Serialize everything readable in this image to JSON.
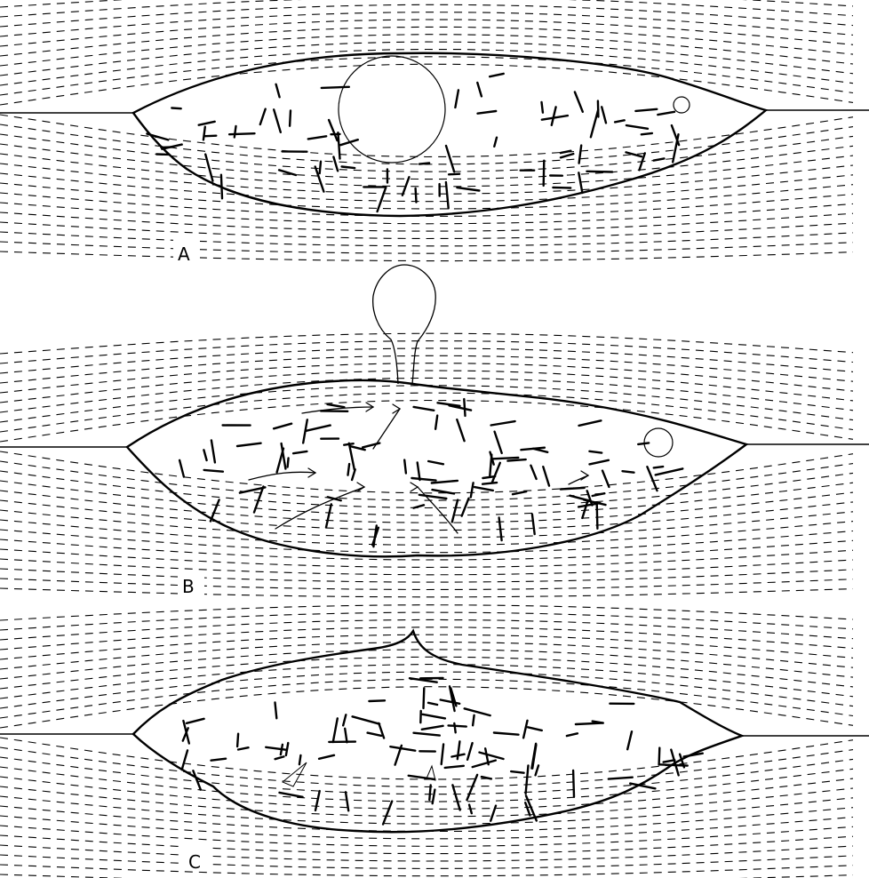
{
  "figure": {
    "panels": [
      {
        "label": "A"
      },
      {
        "label": "B"
      },
      {
        "label": "C"
      }
    ],
    "colors": {
      "ink": "#000000",
      "background": "#ffffff"
    }
  }
}
